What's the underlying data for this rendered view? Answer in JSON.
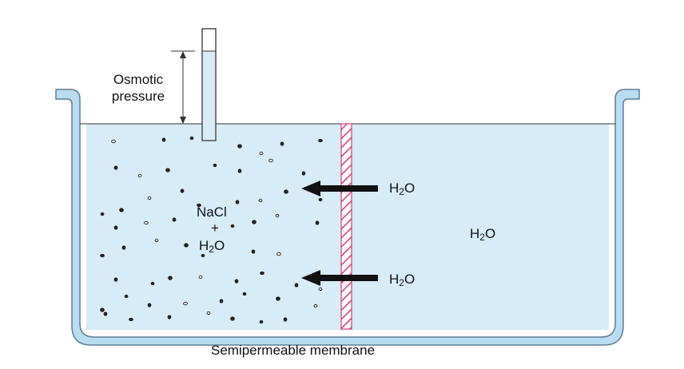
{
  "diagram": {
    "labels": {
      "osmotic_line1": "Osmotic",
      "osmotic_line2": "pressure",
      "nacl": "NaCl",
      "plus": "+",
      "h2o_left_base": "H",
      "h2o_left_sub": "2",
      "h2o_left_tail": "O",
      "arrow_top_base": "H",
      "arrow_top_sub": "2",
      "arrow_top_tail": "O",
      "arrow_bottom_base": "H",
      "arrow_bottom_sub": "2",
      "arrow_bottom_tail": "O",
      "right_base": "H",
      "right_sub": "2",
      "right_tail": "O",
      "membrane": "Semipermeable membrane"
    },
    "colors": {
      "water": "#d7ecf7",
      "container_fill": "#b9dcf0",
      "container_stroke": "#5f7f92",
      "membrane_stroke": "#d43c78",
      "arrow": "#111111",
      "particle": "#222222"
    }
  }
}
